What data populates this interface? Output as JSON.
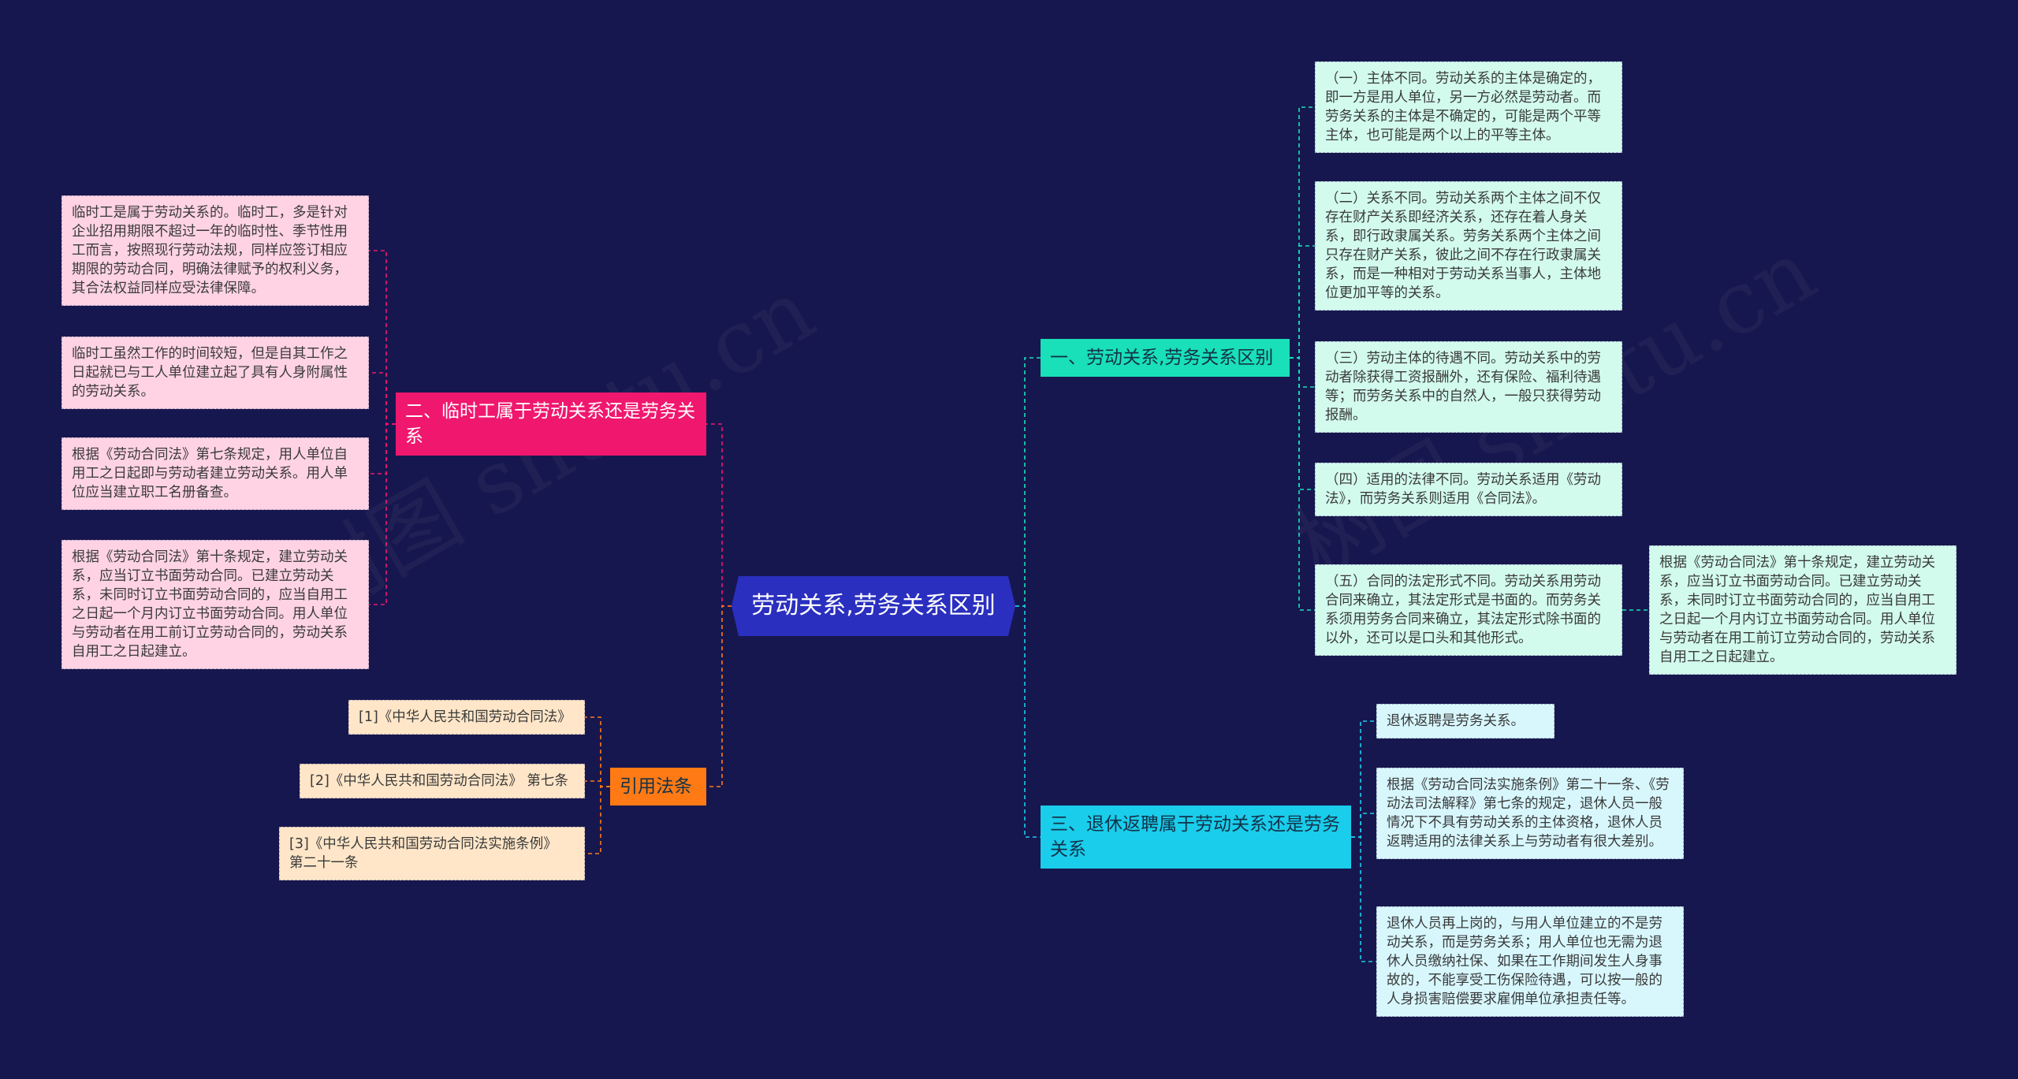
{
  "center": {
    "label": "劳动关系,劳务关系区别"
  },
  "branches": {
    "b1": {
      "label": "一、劳动关系,劳务关系区别",
      "items": [
        "（一）主体不同。劳动关系的主体是确定的，即一方是用人单位，另一方必然是劳动者。而劳务关系的主体是不确定的，可能是两个平等主体，也可能是两个以上的平等主体。",
        "（二）关系不同。劳动关系两个主体之间不仅存在财产关系即经济关系，还存在着人身关系，即行政隶属关系。劳务关系两个主体之间只存在财产关系，彼此之间不存在行政隶属关系，而是一种相对于劳动关系当事人，主体地位更加平等的关系。",
        "（三）劳动主体的待遇不同。劳动关系中的劳动者除获得工资报酬外，还有保险、福利待遇等；而劳务关系中的自然人，一般只获得劳动报酬。",
        "（四）适用的法律不同。劳动关系适用《劳动法》，而劳务关系则适用《合同法》。",
        "（五）合同的法定形式不同。劳动关系用劳动合同来确立，其法定形式是书面的。而劳务关系须用劳务合同来确立，其法定形式除书面的以外，还可以是口头和其他形式。"
      ],
      "sub": "根据《劳动合同法》第十条规定，建立劳动关系，应当订立书面劳动合同。已建立劳动关系，未同时订立书面劳动合同的，应当自用工之日起一个月内订立书面劳动合同。用人单位与劳动者在用工前订立劳动合同的，劳动关系自用工之日起建立。"
    },
    "b2": {
      "label": "二、临时工属于劳动关系还是劳务关系",
      "items": [
        "临时工是属于劳动关系的。临时工，多是针对企业招用期限不超过一年的临时性、季节性用工而言，按照现行劳动法规，同样应签订相应期限的劳动合同，明确法律赋予的权利义务，其合法权益同样应受法律保障。",
        "临时工虽然工作的时间较短，但是自其工作之日起就已与工人单位建立起了具有人身附属性的劳动关系。",
        "根据《劳动合同法》第七条规定，用人单位自用工之日起即与劳动者建立劳动关系。用人单位应当建立职工名册备查。",
        "根据《劳动合同法》第十条规定，建立劳动关系，应当订立书面劳动合同。已建立劳动关系，未同时订立书面劳动合同的，应当自用工之日起一个月内订立书面劳动合同。用人单位与劳动者在用工前订立劳动合同的，劳动关系自用工之日起建立。"
      ]
    },
    "b3": {
      "label": "三、退休返聘属于劳动关系还是劳务关系",
      "items": [
        "退休返聘是劳务关系。",
        "根据《劳动合同法实施条例》第二十一条、《劳动法司法解释》第七条的规定，退休人员一般情况下不具有劳动关系的主体资格，退休人员返聘适用的法律关系上与劳动者有很大差别。",
        "退休人员再上岗的，与用人单位建立的不是劳动关系，而是劳务关系；用人单位也无需为退休人员缴纳社保、如果在工作期间发生人身事故的，不能享受工伤保险待遇，可以按一般的人身损害赔偿要求雇佣单位承担责任等。"
      ]
    },
    "b4": {
      "label": "引用法条",
      "items": [
        "[1]《中华人民共和国劳动合同法》",
        "[2]《中华人民共和国劳动合同法》 第七条",
        "[3]《中华人民共和国劳动合同法实施条例》 第二十一条"
      ]
    }
  },
  "colors": {
    "background": "#17174f",
    "center": "#2a2fbf",
    "b1": "#19e0b8",
    "b2": "#f0176e",
    "b3": "#19cdeb",
    "b4": "#ff7a14"
  }
}
